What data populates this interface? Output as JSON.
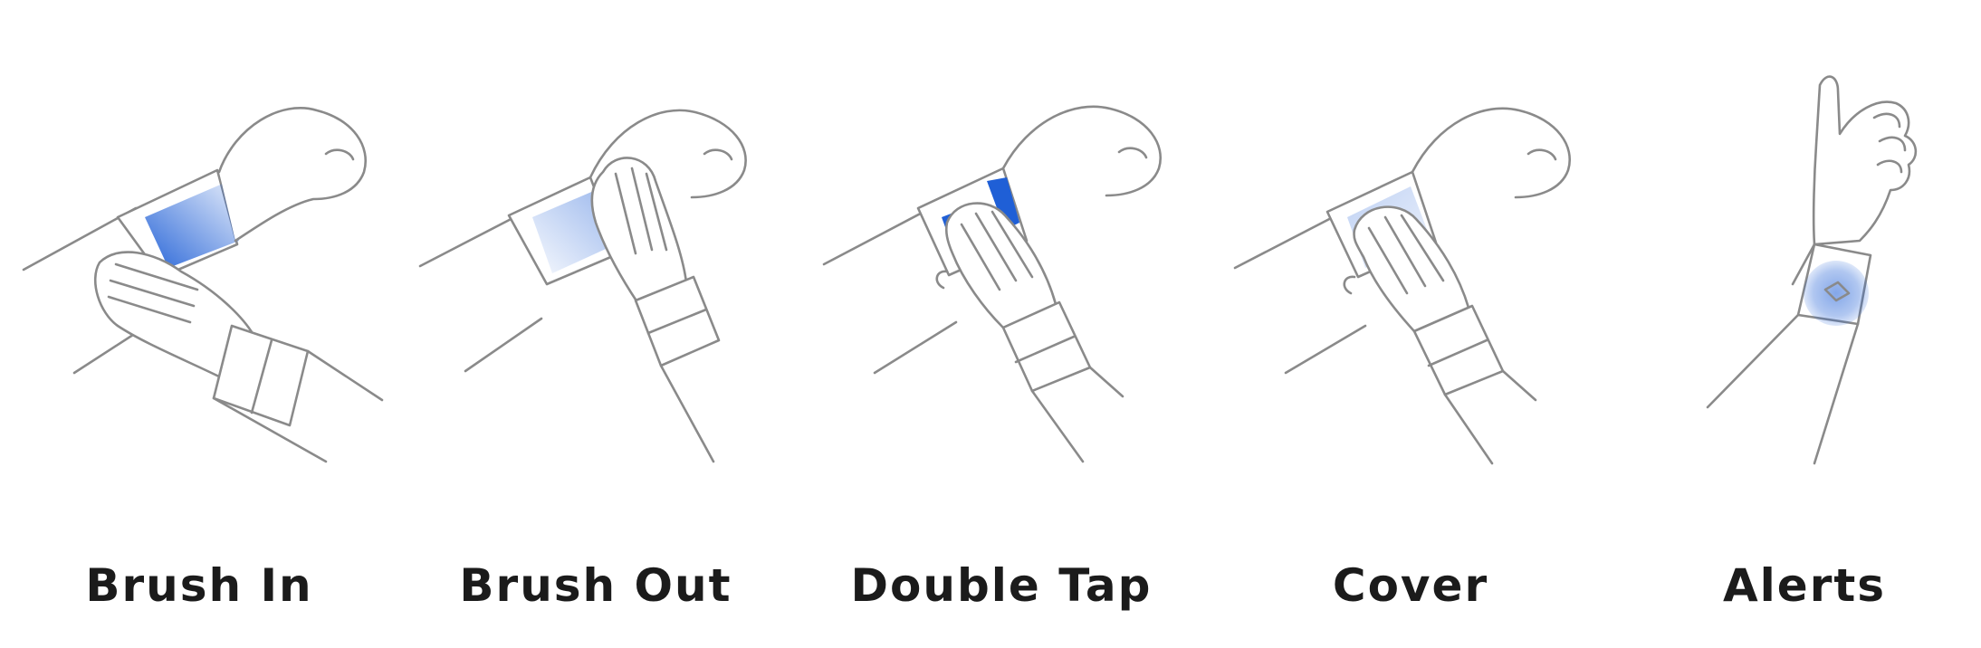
{
  "gestures": [
    {
      "id": "brush-in",
      "label": "Brush In"
    },
    {
      "id": "brush-out",
      "label": "Brush Out"
    },
    {
      "id": "double-tap",
      "label": "Double Tap"
    },
    {
      "id": "cover",
      "label": "Cover"
    },
    {
      "id": "alerts",
      "label": "Alerts"
    }
  ],
  "colors": {
    "accent": "#1f5fd6",
    "line": "#8a8a8a",
    "text": "#1b1b1b"
  }
}
